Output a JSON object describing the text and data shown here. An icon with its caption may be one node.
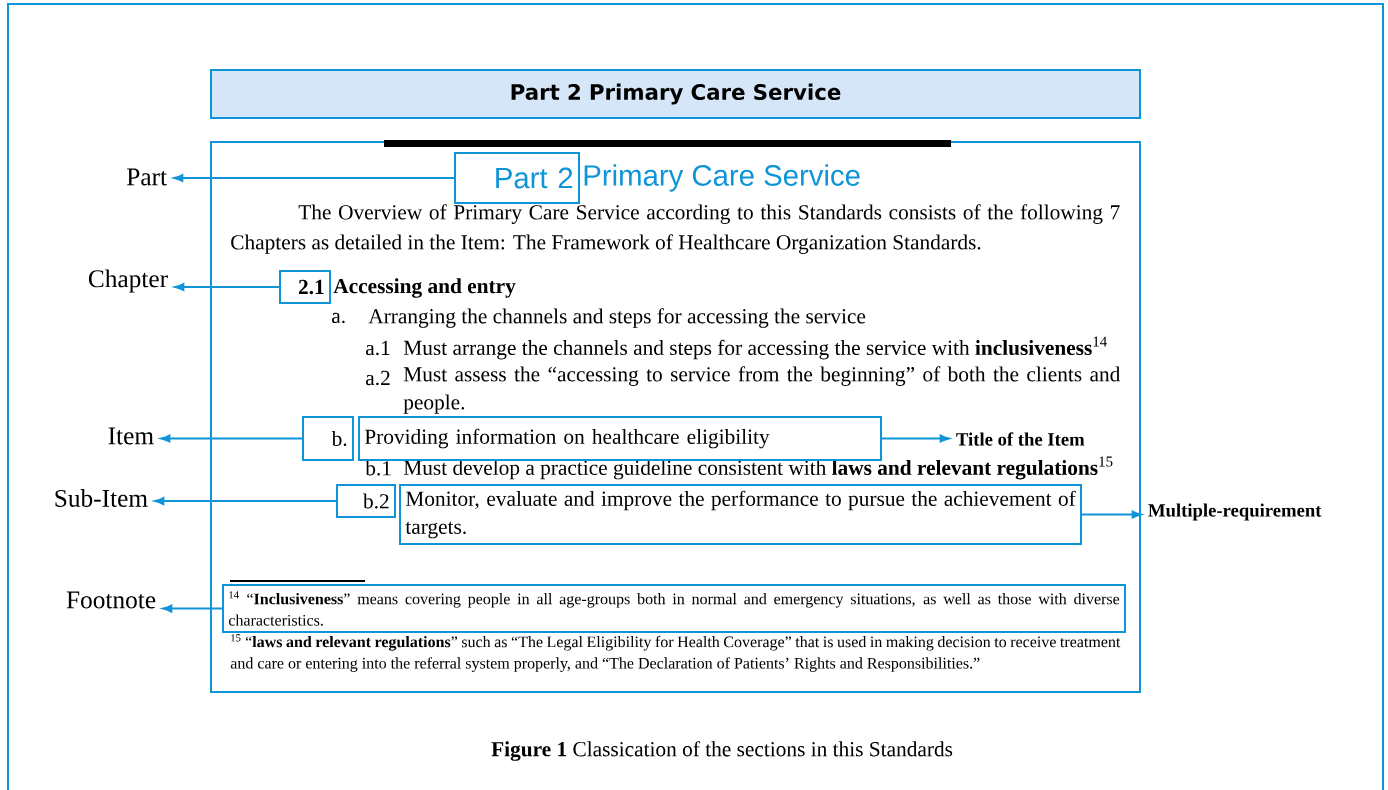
{
  "diagram": {
    "caption": "**Figure 1** Classication of the sections in this Standards",
    "nodes": [
      {
        "text": [
          "Part 2 Primary Care Service"
        ]
      },
      {
        "text": [
          "Primary Care Service",
          "The Overview of Primary Care Service according to this Standards consists of the following 7 Chapters as detailed in the Item: The Framework of Healthcare Organization Standards.",
          "Accessing and entry",
          "a.",
          "Arranging the channels and steps for accessing the service",
          "a.1",
          "Must arrange the channels and steps for accessing the service with **inclusiveness**$^{14}$",
          "a.2",
          "Must assess the “accessing to service from the beginning” of both the clients and people.",
          "b.1",
          "Must develop a practice guideline consistent with **laws and relevant regulations**$^{15}$",
          "$^{15}$ “**laws and relevant regulations**” such as “The Legal Eligibility for Health Coverage” that is used in making decision to receive treatment and care or entering into the referral system properly, and “The Declaration of Patients’ Rights and Responsibilities.”"
        ]
      },
      {
        "text": [
          "Part 2"
        ],
        "in": 1
      },
      {
        "text": [
          "2.1"
        ],
        "in": 1
      },
      {
        "text": [
          "b."
        ],
        "in": 1
      },
      {
        "text": [
          "Providing information on healthcare eligibility"
        ],
        "in": 1
      },
      {
        "text": [
          "b.2"
        ],
        "in": 1
      },
      {
        "text": [
          "Monitor, evaluate and improve the performance to pursue the achievement of targets."
        ],
        "in": 1
      },
      {
        "text": [
          "$^{14}$ “**Inclusiveness**” means covering people in all age-groups both in normal and emergency situations, as well as those with diverse characteristics."
        ],
        "in": 1
      },
      {
        "text": [
          "Part"
        ]
      },
      {
        "text": [
          "Chapter"
        ]
      },
      {
        "text": [
          "Item"
        ]
      },
      {
        "text": [
          "Sub-Item"
        ]
      },
      {
        "text": [
          "Footnote"
        ]
      },
      {
        "text": [
          "Title of the Item"
        ],
        "in": 1
      },
      {
        "text": [
          "Multiple-requirement"
        ]
      }
    ],
    "edges": [
      {
        "from": 2,
        "to": 9,
        "arrow": "to"
      },
      {
        "from": 3,
        "to": 10,
        "arrow": "to"
      },
      {
        "from": 4,
        "to": 11,
        "arrow": "to"
      },
      {
        "from": 5,
        "to": 14,
        "arrow": "to"
      },
      {
        "from": 6,
        "to": 12,
        "arrow": "to"
      },
      {
        "from": 7,
        "to": 15,
        "arrow": "to"
      },
      {
        "from": 8,
        "to": 13,
        "arrow": "to"
      }
    ]
  }
}
